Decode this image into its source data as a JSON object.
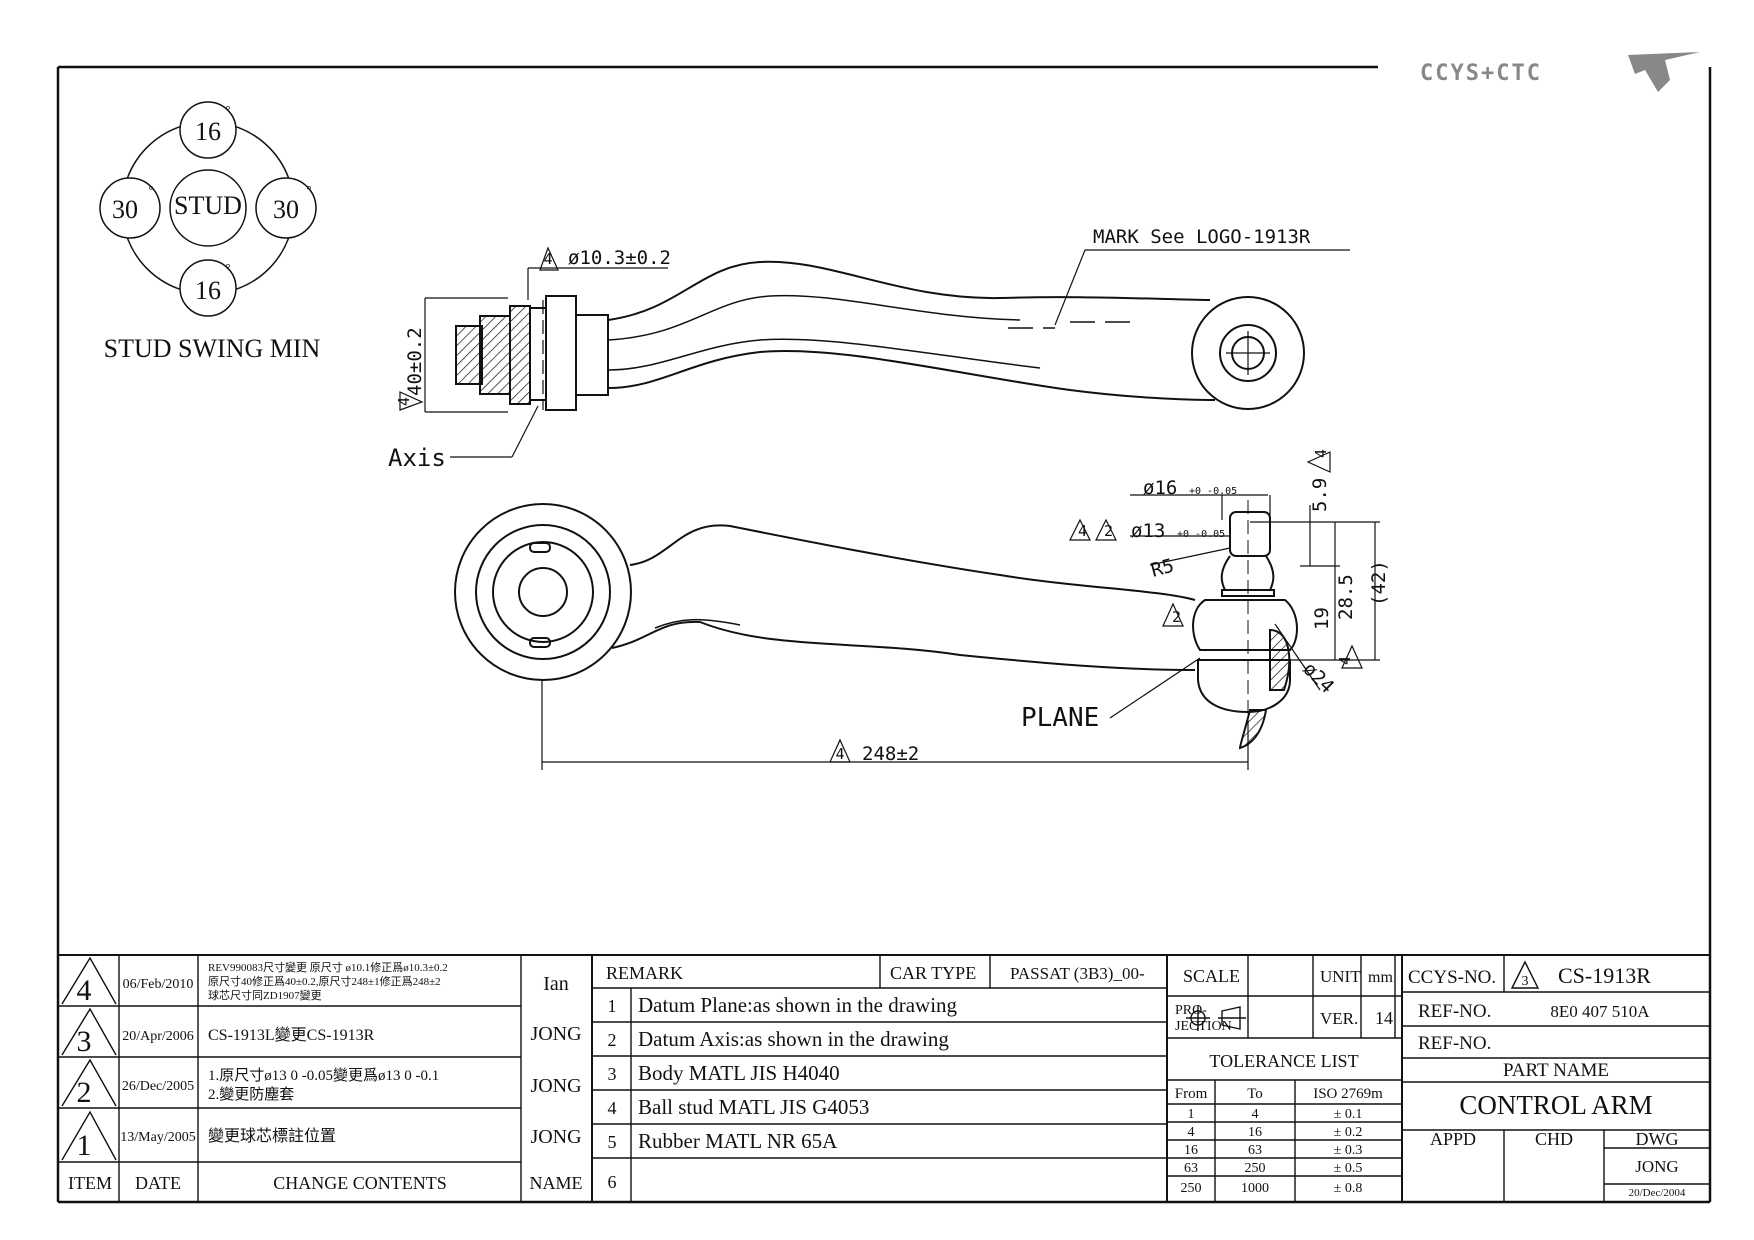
{
  "logo": {
    "text": "CCYS+CTC"
  },
  "stud_swing": {
    "top": "16",
    "bottom": "16",
    "left": "30",
    "right": "30",
    "center": "STUD",
    "degree_mark": "°",
    "caption": "STUD SWING MIN"
  },
  "callouts": {
    "mark_logo": "MARK See LOGO-1913R",
    "top_dia": "ø10.3±0.2",
    "width_40": "40±0.2",
    "axis": "Axis",
    "dia16": "ø16",
    "dia16_tol": "+0 -0.05",
    "dia13": "ø13",
    "dia13_tol": "+0 -0.05",
    "r5": "R5",
    "dim_5_9": "5.9",
    "dim_28_5": "28.5",
    "dim_42": "(42)",
    "dim_19": "19",
    "dia24": "ø24",
    "plane": "PLANE",
    "length": "248±2",
    "rev4": "4",
    "rev2": "2"
  },
  "revisions": [
    {
      "item": "4",
      "date": "06/Feb/2010",
      "change": [
        "REV990083尺寸變更 原尺寸 ø10.1修正爲ø10.3±0.2",
        "原尺寸40修正爲40±0.2,原尺寸248±1修正爲248±2",
        "球芯尺寸同ZD1907變更"
      ],
      "name": "Ian"
    },
    {
      "item": "3",
      "date": "20/Apr/2006",
      "change": [
        "CS-1913L變更CS-1913R"
      ],
      "name": "JONG"
    },
    {
      "item": "2",
      "date": "26/Dec/2005",
      "change": [
        "1.原尺寸ø13 0 -0.05變更爲ø13 0 -0.1",
        "2.變更防塵套"
      ],
      "name": "JONG"
    },
    {
      "item": "1",
      "date": "13/May/2005",
      "change": [
        "變更球芯標註位置"
      ],
      "name": "JONG"
    }
  ],
  "revision_headers": {
    "item": "ITEM",
    "date": "DATE",
    "change": "CHANGE CONTENTS",
    "name": "NAME"
  },
  "remarks": {
    "title": "REMARK",
    "car_type_label": "CAR TYPE",
    "car_type": "PASSAT (3B3)_00-",
    "items": [
      {
        "no": "1",
        "text": "Datum Plane:as shown in the drawing"
      },
      {
        "no": "2",
        "text": "Datum Axis:as shown in the drawing"
      },
      {
        "no": "3",
        "text": "Body MATL JIS H4040"
      },
      {
        "no": "4",
        "text": "Ball stud MATL JIS G4053"
      },
      {
        "no": "5",
        "text": "Rubber MATL NR 65A"
      },
      {
        "no": "6",
        "text": ""
      }
    ]
  },
  "scale_block": {
    "scale": "SCALE",
    "unit": "UNIT",
    "unit_value": "mm",
    "projection": "PRO-\nJECTION",
    "ver": "VER.",
    "ver_value": "14",
    "tolerance_list": "TOLERANCE LIST",
    "tol_headers": [
      "From",
      "To",
      "ISO 2769m"
    ],
    "tol_rows": [
      [
        "1",
        "4",
        "± 0.1"
      ],
      [
        "4",
        "16",
        "± 0.2"
      ],
      [
        "16",
        "63",
        "± 0.3"
      ],
      [
        "63",
        "250",
        "± 0.5"
      ],
      [
        "250",
        "1000",
        "± 0.8"
      ]
    ]
  },
  "part_block": {
    "ccys_label": "CCYS-NO.",
    "ccys_rev": "3",
    "ccys_no": "CS-1913R",
    "ref_label": "REF-NO.",
    "ref_value": "8E0 407 510A",
    "ref_label2": "REF-NO.",
    "part_name_label": "PART NAME",
    "part_name": "CONTROL ARM",
    "appd": "APPD",
    "chd": "CHD",
    "dwg": "DWG",
    "dwg_name": "JONG",
    "dwg_date": "20/Dec/2004"
  }
}
